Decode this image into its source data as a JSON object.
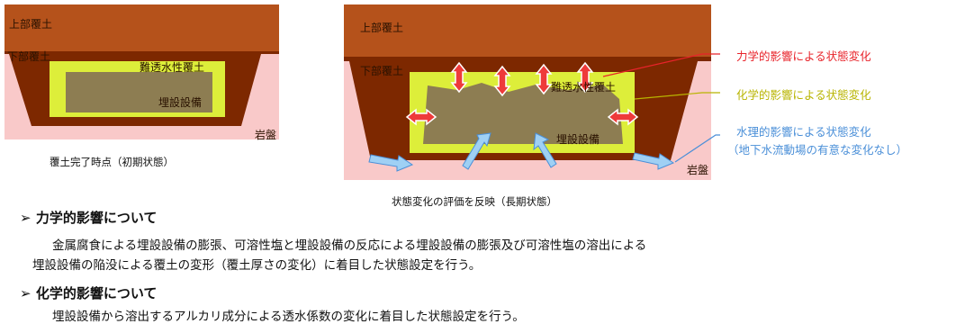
{
  "left_figure": {
    "layer_top": "上部覆土",
    "layer_lower": "下部覆土",
    "layer_barrier": "難透水性覆土",
    "buried_facility": "埋設設備",
    "bedrock": "岩盤",
    "caption": "覆土完了時点（初期状態）"
  },
  "right_figure": {
    "layer_top": "上部覆土",
    "layer_lower": "下部覆土",
    "layer_barrier": "難透水性覆土",
    "buried_facility": "埋設設備",
    "bedrock": "岩盤",
    "caption": "状態変化の評価を反映（長期状態）"
  },
  "legend": {
    "mechanical": {
      "text": "力学的影響による状態変化",
      "color": "#e8232a"
    },
    "chemical": {
      "text": "化学的影響による状態変化",
      "color": "#b8b400"
    },
    "hydraulic_line1": {
      "text": "水理的影響による状態変化",
      "color": "#4a8fd8"
    },
    "hydraulic_line2": {
      "text": "（地下水流動場の有意な変化なし）",
      "color": "#4a8fd8"
    }
  },
  "sections": [
    {
      "marker": "➢",
      "title": "力学的影響について",
      "lines": [
        "金属腐食による埋設設備の膨張、可溶性塩と埋設設備の反応による埋設設備の膨張及び可溶性塩の溶出による",
        "埋設設備の陥没による覆土の変形（覆土厚さの変化）に着目した状態設定を行う。"
      ]
    },
    {
      "marker": "➢",
      "title": "化学的影響について",
      "lines": [
        "埋設設備から溶出するアルカリ成分による透水係数の変化に着目した状態設定を行う。"
      ]
    }
  ],
  "colors": {
    "upper_cover": "#b5521b",
    "lower_cover": "#7d2800",
    "barrier": "#ddee3a",
    "facility": "#8d7d52",
    "bedrock": "#f9c9c9",
    "arrow_red": "#ee3a3a",
    "arrow_blue": "#9fd0f4"
  }
}
